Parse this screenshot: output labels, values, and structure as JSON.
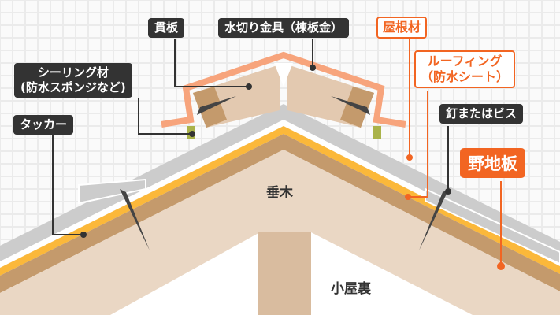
{
  "labels": {
    "nukiita": "貫板",
    "mizukiri": "水切り金具（棟板金）",
    "yanezai": "屋根材",
    "roofing_1": "ルーフィング",
    "roofing_2": "（防水シート）",
    "sealing_1": "シーリング材",
    "sealing_2": "(防水スポンジなど)",
    "tacker": "タッカー",
    "nail": "釘またはビス",
    "nojiita": "野地板",
    "taruki": "垂木",
    "koyaura": "小屋裏"
  },
  "colors": {
    "roof_material": "#cccccc",
    "roofing": "#fbb83a",
    "nojiita": "#c49a6c",
    "taruki": "#ead7c4",
    "ridge_cap": "#f7a47c",
    "accent": "#f26522"
  }
}
